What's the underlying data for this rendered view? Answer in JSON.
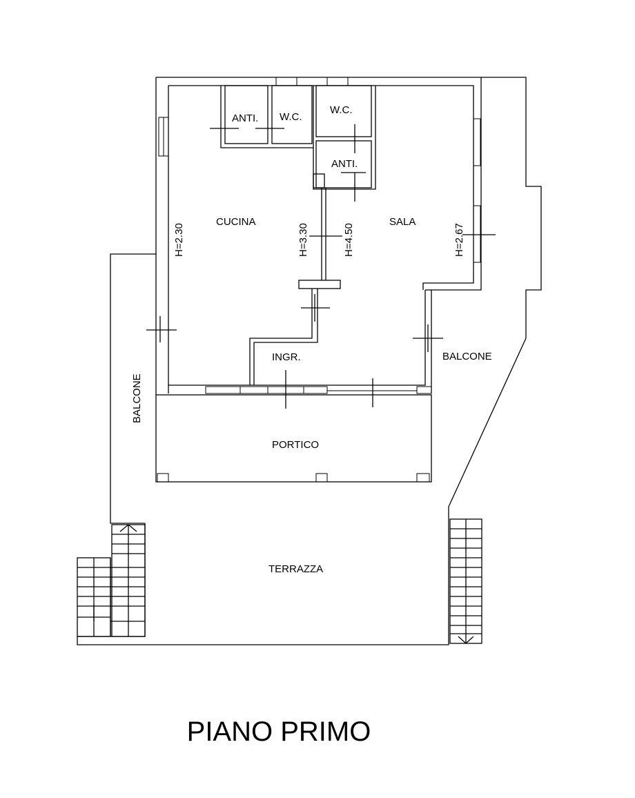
{
  "plan": {
    "title": "PIANO PRIMO",
    "rooms": {
      "anti_1": "ANTI.",
      "wc_1": "W.C.",
      "wc_2": "W.C.",
      "anti_2": "ANTI.",
      "cucina": "CUCINA",
      "sala": "SALA",
      "ingresso": "INGR.",
      "balcone_left": "BALCONE",
      "balcone_right": "BALCONE",
      "portico": "PORTICO",
      "terrazza": "TERRAZZA"
    },
    "heights": {
      "h1": "H=2.30",
      "h2": "H=3.30",
      "h3": "H=4.50",
      "h4": "H=2.67"
    }
  }
}
